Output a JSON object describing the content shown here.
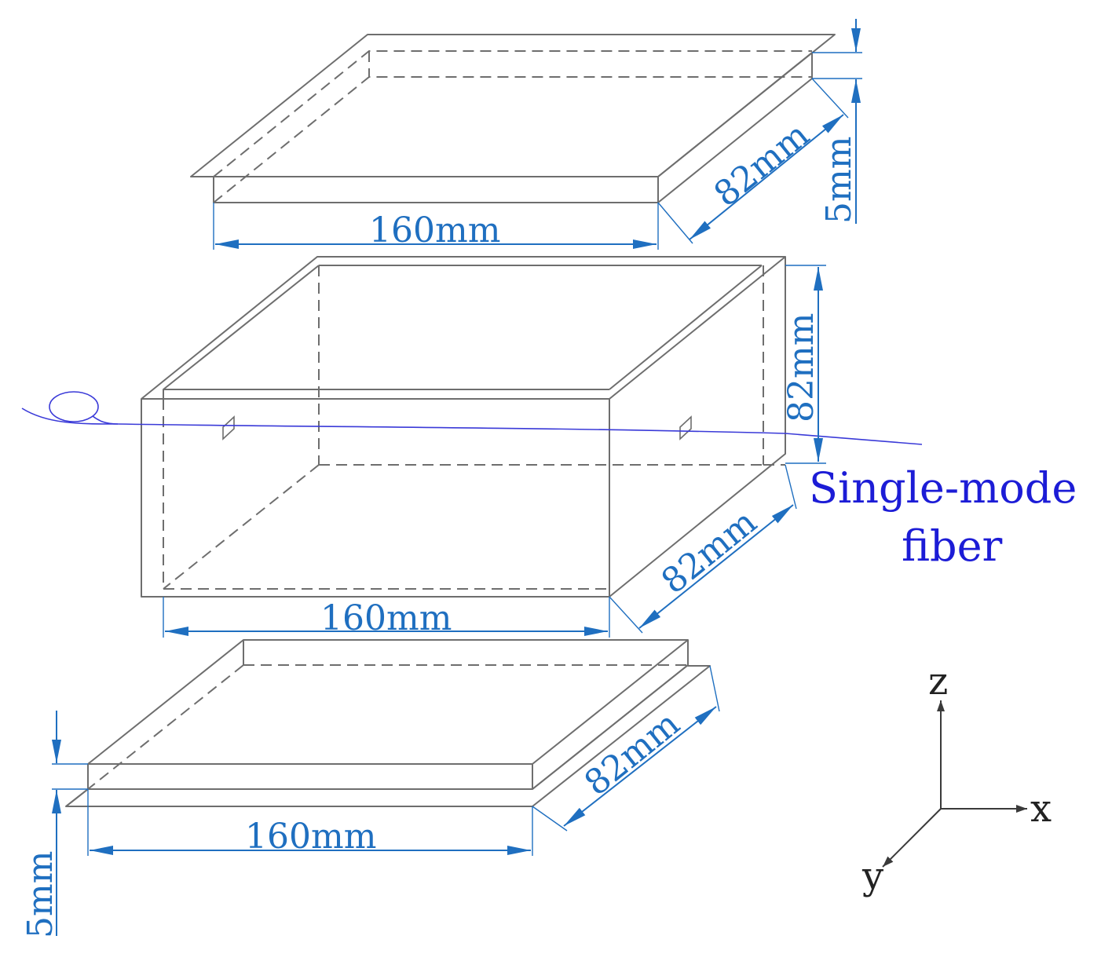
{
  "labels": {
    "top_lid_length": "160mm",
    "top_lid_depth": "82mm",
    "top_lid_thickness": "5mm",
    "box_height": "82mm",
    "box_length": "160mm",
    "box_depth": "82mm",
    "fiber_line1": "Single-mode",
    "fiber_line2": "fiber",
    "bottom_lid_length": "160mm",
    "bottom_lid_depth": "82mm",
    "bottom_lid_thickness": "5mm"
  },
  "axes": {
    "x": "x",
    "y": "y",
    "z": "z"
  },
  "colors": {
    "dimension": "#1f6fc0",
    "fiber": "#1c1cd6",
    "outline": "#6e6e6e"
  }
}
